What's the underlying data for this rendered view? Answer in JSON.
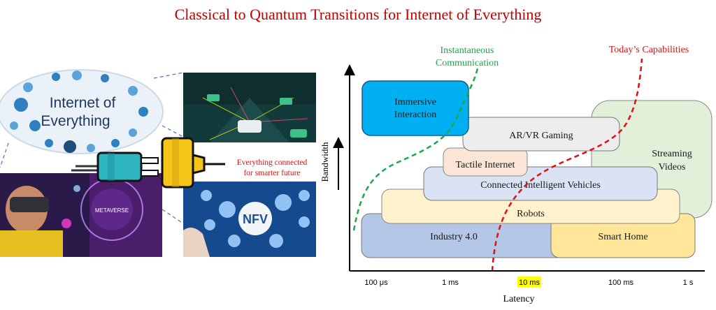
{
  "title": "Classical to Quantum Transitions for Internet of Everything",
  "left": {
    "ioe_line1": "Internet of",
    "ioe_line2": "Everything",
    "connected_line1": "Everything connected",
    "connected_line2": "for smarter future",
    "nfv_label": "NFV",
    "metaverse_label": "METAVERSE"
  },
  "chart": {
    "ylabel": "Bandwidth",
    "xlabel": "Latency",
    "ticks": [
      "100 μs",
      "1 ms",
      "10 ms",
      "100 ms",
      "1 s"
    ],
    "highlight_tick": "10 ms",
    "curve_green_line1": "Instantaneous",
    "curve_green_line2": "Communication",
    "curve_red": "Today’s Capabilities",
    "boxes": {
      "immersive_line1": "Immersive",
      "immersive_line2": "Interaction",
      "arvr": "AR/VR Gaming",
      "streaming_line1": "Streaming",
      "streaming_line2": "Videos",
      "tactile": "Tactile Internet",
      "vehicles": "Connected Intelligent Vehicles",
      "robots": "Robots",
      "industry": "Industry 4.0",
      "smarthome": "Smart Home"
    }
  },
  "colors": {
    "title": "#c00000",
    "green_curve": "#1aa84a",
    "red_curve": "#e01010",
    "immersive": "#00b0f0",
    "streaming": "#e2efd9",
    "industry": "#b4c7e7",
    "smarthome": "#ffe699",
    "robots": "#fff2cc",
    "vehicles": "#dae3f3",
    "tactile": "#fbe5d6",
    "arvr": "#ededed",
    "plug_cyan": "#2eb5c0",
    "plug_yellow": "#f5c518"
  }
}
